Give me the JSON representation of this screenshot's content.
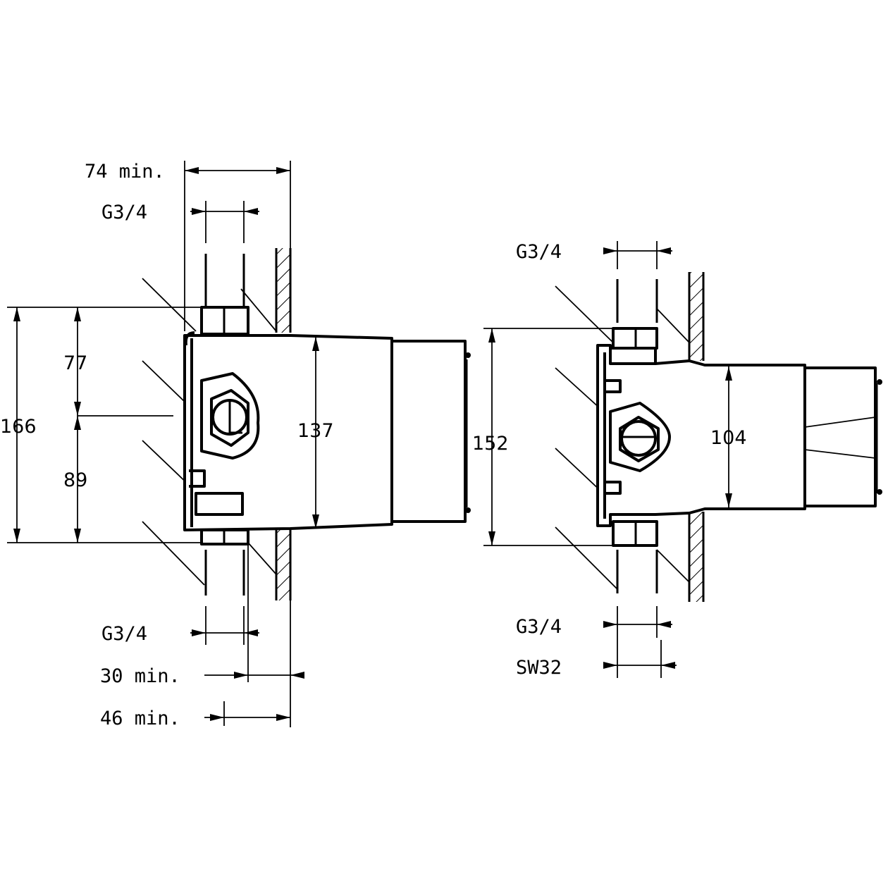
{
  "left_view": {
    "dim_top": "74 min.",
    "thread_top": "G3/4",
    "height_total": "166",
    "height_upper": "77",
    "height_lower": "89",
    "height_body": "137",
    "thread_bottom": "G3/4",
    "depth_min_30": "30 min.",
    "depth_min_46": "46 min."
  },
  "right_view": {
    "thread_top": "G3/4",
    "height_total": "152",
    "height_body": "104",
    "thread_bottom": "G3/4",
    "wrench_size": "SW32"
  }
}
